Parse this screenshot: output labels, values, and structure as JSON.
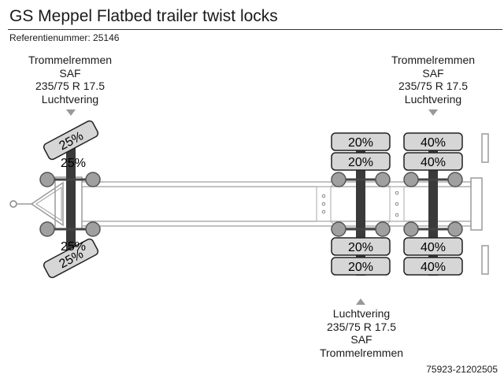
{
  "title": "GS Meppel Flatbed trailer twist locks",
  "reference": "Referentienummer: 25146",
  "front_axle_label": [
    "Trommelremmen",
    "SAF",
    "235/75 R 17.5",
    "Luchtvering"
  ],
  "rear_top_label": [
    "Trommelremmen",
    "SAF",
    "235/75 R 17.5",
    "Luchtvering"
  ],
  "rear_bottom_label": [
    "Luchtvering",
    "235/75 R 17.5",
    "SAF",
    "Trommelremmen"
  ],
  "front_axle": {
    "tires": [
      "25%",
      "25%",
      "25%",
      "25%"
    ]
  },
  "rear_axle_1": {
    "tires": [
      "20%",
      "20%",
      "20%",
      "20%"
    ]
  },
  "rear_axle_2": {
    "tires": [
      "40%",
      "40%",
      "40%",
      "40%"
    ]
  },
  "footer": "75923-21202505",
  "colors": {
    "tire_fill": "#d6d6d6",
    "hub_fill": "#a0a0a0",
    "axle": "#444444",
    "frame": "#9a9a9a",
    "arrow": "#999999"
  }
}
